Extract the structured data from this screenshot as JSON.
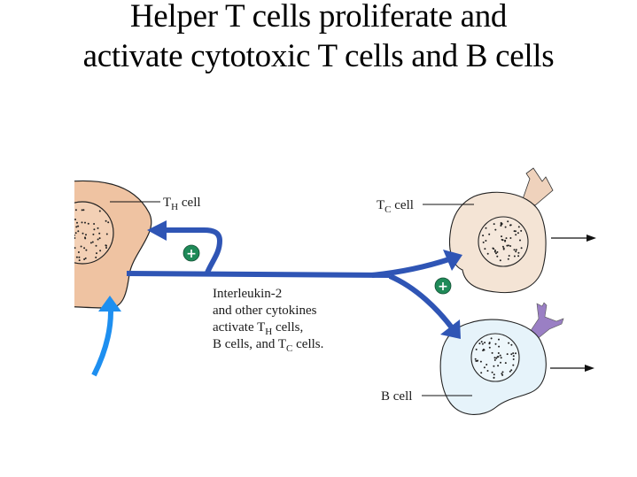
{
  "title": {
    "line1": "Helper T cells proliferate and",
    "line2": "activate cytotoxic T cells and B cells"
  },
  "labels": {
    "th_cell": {
      "main": "T",
      "sub": "H",
      "rest": " cell"
    },
    "tc_cell": {
      "main": "T",
      "sub": "C",
      "rest": " cell"
    },
    "b_cell": "B cell"
  },
  "caption": {
    "line1": "Interleukin-2",
    "line2": "and other cytokines",
    "line3_pre": "activate T",
    "line3_sub": "H",
    "line3_post": " cells,",
    "line4_pre": "B cells, and T",
    "line4_sub": "C",
    "line4_post": " cells."
  },
  "symbols": {
    "plus_sign": "+"
  },
  "icons": {
    "stimulation": "plus-circle-icon",
    "output_arrow": "arrow-right-icon"
  },
  "colors": {
    "th_cell_fill": "#efc3a2",
    "tc_cell_fill": "#f4e4d5",
    "b_cell_fill": "#e6f3fa",
    "cytokine_arrow": "#2f55b5",
    "input_arrow": "#1e8ff0",
    "plus_badge": "#1f8a58",
    "antibody": "#9a7fc4",
    "tc_receptor": "#efd2bc"
  }
}
